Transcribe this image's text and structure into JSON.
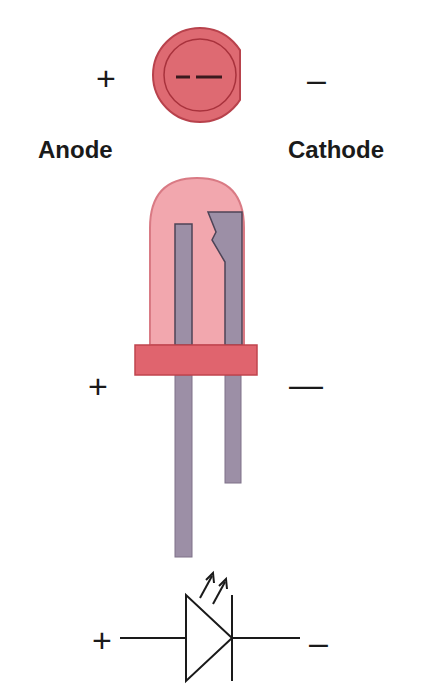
{
  "diagram": {
    "labels": [
      "+",
      "–",
      "Anode",
      "Cathode",
      "+",
      "—",
      "+",
      "–"
    ]
  }
}
